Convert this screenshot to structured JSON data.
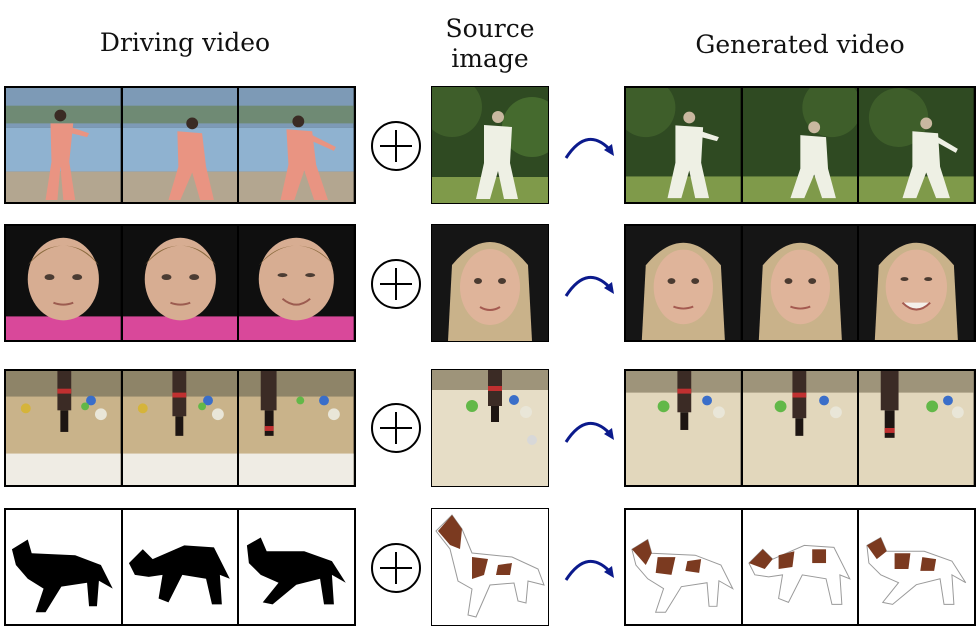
{
  "headers": {
    "driving": "Driving video",
    "source_line1": "Source",
    "source_line2": "image",
    "generated": "Generated video"
  },
  "rows": [
    {
      "name": "taichi",
      "driving_frames": 3,
      "generated_frames": 3
    },
    {
      "name": "face",
      "driving_frames": 3,
      "generated_frames": 3
    },
    {
      "name": "robot-arm",
      "driving_frames": 3,
      "generated_frames": 3
    },
    {
      "name": "horse-silhouette",
      "driving_frames": 3,
      "generated_frames": 3
    }
  ],
  "icons": {
    "plus": "circled-plus-icon",
    "arrow": "curved-arrow-icon"
  },
  "colors": {
    "arrow": "#0b1a8c"
  }
}
